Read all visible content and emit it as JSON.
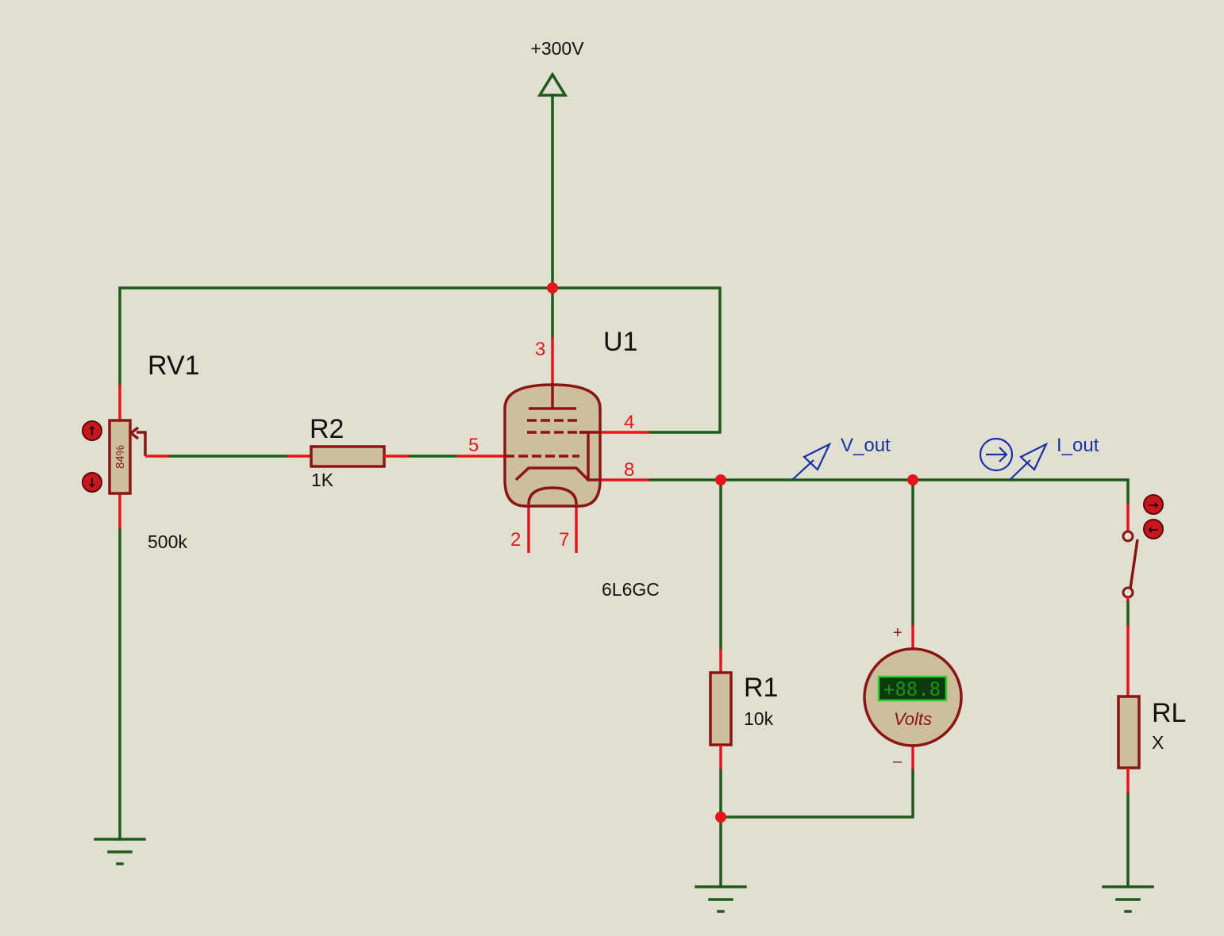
{
  "supply": {
    "label": "+300V"
  },
  "components": {
    "rv1": {
      "ref": "RV1",
      "value": "500k",
      "wiper_percent": "84%"
    },
    "r2": {
      "ref": "R2",
      "value": "1K"
    },
    "u1": {
      "ref": "U1",
      "value": "6L6GC",
      "pins": {
        "p3": "3",
        "p4": "4",
        "p5": "5",
        "p8": "8",
        "p2": "2",
        "p7": "7"
      }
    },
    "r1": {
      "ref": "R1",
      "value": "10k"
    },
    "rl": {
      "ref": "RL",
      "value": "X"
    },
    "voltmeter": {
      "display": "+88.8",
      "unit": "Volts",
      "plus": "+",
      "minus": "–"
    }
  },
  "probes": {
    "voltage": "V_out",
    "current": "I_out"
  },
  "icons": {
    "ground": "ground-symbol-icon",
    "increment": "increment-arrow-icon",
    "decrement": "decrement-arrow-icon",
    "current_direction": "current-direction-icon",
    "probe_arrow": "probe-arrow-icon"
  },
  "colors": {
    "background": "#e0e0d1",
    "wire": "#1f5a1a",
    "pin": "#e8141c",
    "component_outline": "#8b1414",
    "component_fill": "#cdbf9b",
    "probe": "#1a2fa8"
  }
}
